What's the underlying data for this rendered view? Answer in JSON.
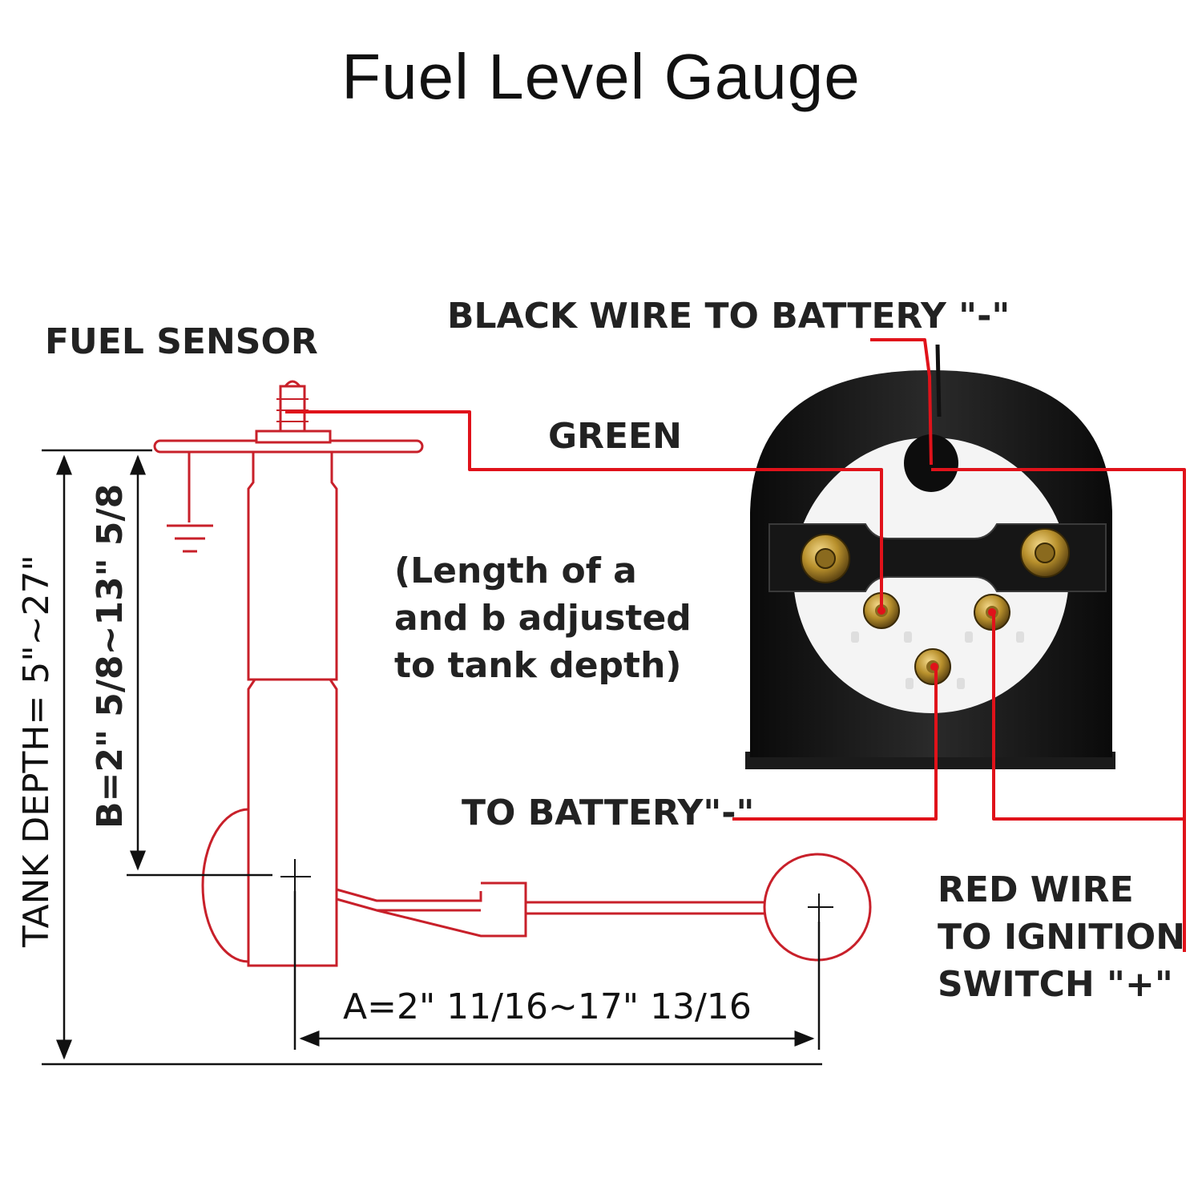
{
  "title": "Fuel Level Gauge",
  "labels": {
    "fuel_sensor": "FUEL SENSOR",
    "black_wire": "BLACK WIRE TO BATTERY \"-\"",
    "green": "GREEN",
    "note": [
      "(Length of a",
      "and b adjusted",
      "to tank depth)"
    ],
    "to_battery": "TO BATTERY\"-\"",
    "red_wire": [
      "RED WIRE",
      "TO IGNITION",
      "SWITCH \"+\""
    ],
    "dim_a": "A=2\"  11/16~17\" 13/16",
    "dim_b": "B=2\"  5/8~13\" 5/8",
    "tank_depth": "TANK DEPTH= 5\"~27\""
  },
  "colors": {
    "wire": "#e0121a",
    "sensor_outline": "#c8202a",
    "dimension": "#111111",
    "gauge_body": "#141414",
    "gauge_face": "#f4f4f4",
    "terminal_brass": "#b8902c"
  },
  "icons": {
    "ground": "ground-symbol-icon",
    "terminal": "terminal-nut-icon",
    "float": "float-ball-icon"
  }
}
